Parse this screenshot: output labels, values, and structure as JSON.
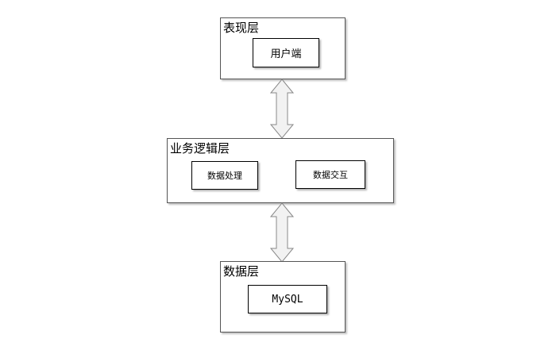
{
  "layers": {
    "presentation": {
      "title": "表现层",
      "nodes": {
        "client": "用户端"
      }
    },
    "business": {
      "title": "业务逻辑层",
      "nodes": {
        "data_processing": "数据处理",
        "data_interaction": "数据交互"
      }
    },
    "data": {
      "title": "数据层",
      "nodes": {
        "mysql": "MySQL"
      }
    }
  },
  "connectors": [
    {
      "from": "presentation",
      "to": "business",
      "style": "double-headed block arrow"
    },
    {
      "from": "business",
      "to": "data",
      "style": "double-headed block arrow"
    }
  ],
  "colors": {
    "border": "#555555",
    "arrow_fill": "#f2f2f2",
    "arrow_stroke": "#888888"
  }
}
